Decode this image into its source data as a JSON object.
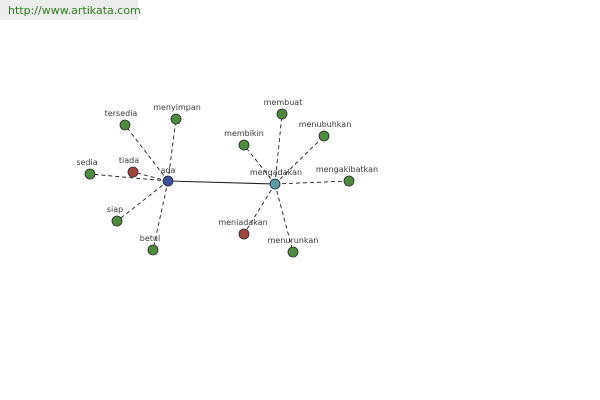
{
  "header": {
    "url": "http://www.artikata.com"
  },
  "colors": {
    "synonym": "#4e8b3e",
    "antonym": "#a0443f",
    "center": "#3b4f9c",
    "hub": "#5d9aa8",
    "edge": "#222222"
  },
  "graph": {
    "nodes": [
      {
        "id": "ada",
        "label": "ada",
        "kind": "center"
      },
      {
        "id": "mengadakan",
        "label": "mengadakan",
        "kind": "hub"
      },
      {
        "id": "tersedia",
        "label": "tersedia",
        "kind": "synonym"
      },
      {
        "id": "menyimpan",
        "label": "menyimpan",
        "kind": "synonym"
      },
      {
        "id": "sedia",
        "label": "sedia",
        "kind": "synonym"
      },
      {
        "id": "tiada",
        "label": "tiada",
        "kind": "antonym"
      },
      {
        "id": "siap",
        "label": "siap",
        "kind": "synonym"
      },
      {
        "id": "betul",
        "label": "betul",
        "kind": "synonym"
      },
      {
        "id": "membuat",
        "label": "membuat",
        "kind": "synonym"
      },
      {
        "id": "membikin",
        "label": "membikin",
        "kind": "synonym"
      },
      {
        "id": "menubuhkan",
        "label": "menubuhkan",
        "kind": "synonym"
      },
      {
        "id": "mengakibatkan",
        "label": "mengakibatkan",
        "kind": "synonym"
      },
      {
        "id": "meniadakan",
        "label": "meniadakan",
        "kind": "antonym"
      },
      {
        "id": "menurunkan",
        "label": "menurunkan",
        "kind": "synonym"
      }
    ],
    "edges": [
      {
        "from": "ada",
        "to": "mengadakan",
        "style": "solid"
      },
      {
        "from": "ada",
        "to": "tersedia",
        "style": "dashed"
      },
      {
        "from": "ada",
        "to": "menyimpan",
        "style": "dashed"
      },
      {
        "from": "ada",
        "to": "sedia",
        "style": "dashed"
      },
      {
        "from": "ada",
        "to": "tiada",
        "style": "dashed"
      },
      {
        "from": "ada",
        "to": "siap",
        "style": "dashed"
      },
      {
        "from": "ada",
        "to": "betul",
        "style": "dashed"
      },
      {
        "from": "mengadakan",
        "to": "membuat",
        "style": "dashed"
      },
      {
        "from": "mengadakan",
        "to": "membikin",
        "style": "dashed"
      },
      {
        "from": "mengadakan",
        "to": "menubuhkan",
        "style": "dashed"
      },
      {
        "from": "mengadakan",
        "to": "mengakibatkan",
        "style": "dashed"
      },
      {
        "from": "mengadakan",
        "to": "meniadakan",
        "style": "dashed"
      },
      {
        "from": "mengadakan",
        "to": "menurunkan",
        "style": "dashed"
      }
    ]
  }
}
